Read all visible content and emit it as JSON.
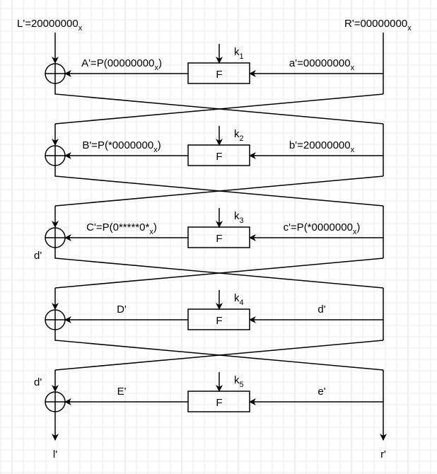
{
  "inputs": {
    "left": {
      "pre": "L'=20000000",
      "sub": "x",
      "post": ""
    },
    "right": {
      "pre": "R'=00000000",
      "sub": "x",
      "post": ""
    }
  },
  "rounds": [
    {
      "key": {
        "pre": "k",
        "sub": "1"
      },
      "f_label": "F",
      "out": {
        "pre": "A'=P(00000000",
        "sub": "x",
        "post": ")"
      },
      "in": {
        "pre": "a'=00000000",
        "sub": "x",
        "post": ""
      },
      "side_label": ""
    },
    {
      "key": {
        "pre": "k",
        "sub": "2"
      },
      "f_label": "F",
      "out": {
        "pre": "B'=P(*0000000",
        "sub": "x",
        "post": ")"
      },
      "in": {
        "pre": "b'=20000000",
        "sub": "x",
        "post": ""
      },
      "side_label": ""
    },
    {
      "key": {
        "pre": "k",
        "sub": "3"
      },
      "f_label": "F",
      "out": {
        "pre": "C'=P(0*****0*",
        "sub": "x",
        "post": ")"
      },
      "in": {
        "pre": "c'=P(*0000000",
        "sub": "x",
        "post": ")"
      },
      "side_label_below": "d'"
    },
    {
      "key": {
        "pre": "k",
        "sub": "4"
      },
      "f_label": "F",
      "out": {
        "pre": "D'",
        "sub": "",
        "post": ""
      },
      "in": {
        "pre": "d'",
        "sub": "",
        "post": ""
      },
      "side_label": ""
    },
    {
      "key": {
        "pre": "k",
        "sub": "5"
      },
      "f_label": "F",
      "out": {
        "pre": "E'",
        "sub": "",
        "post": ""
      },
      "in": {
        "pre": "e'",
        "sub": "",
        "post": ""
      },
      "side_label_above": "d'"
    }
  ],
  "outputs": {
    "left": "l'",
    "right": "r'"
  }
}
